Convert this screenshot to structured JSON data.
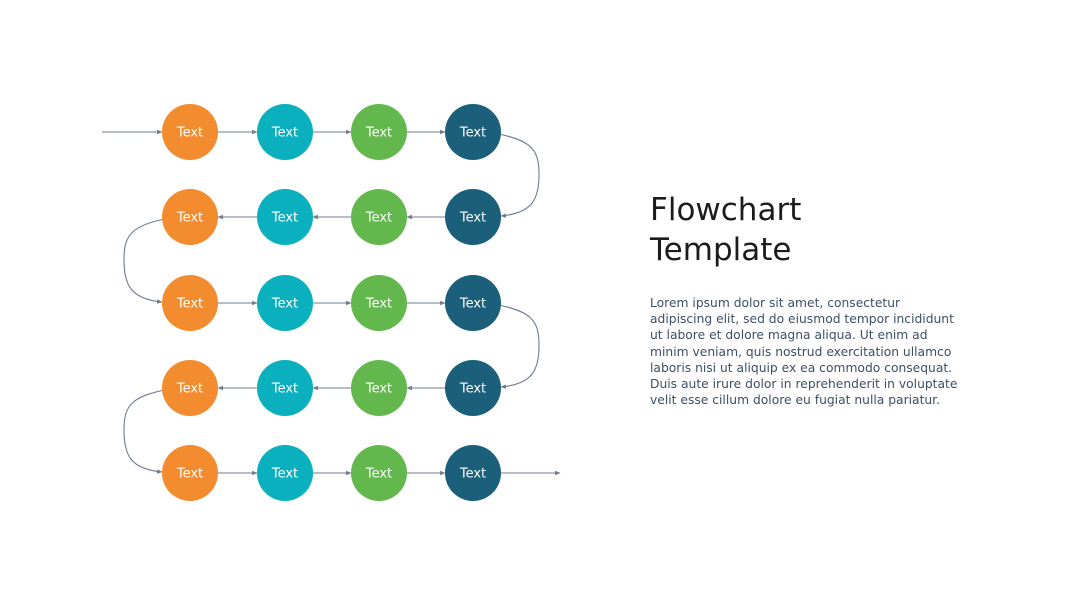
{
  "slide": {
    "title_line1": "Flowchart",
    "title_line2": "Template",
    "body": "Lorem ipsum dolor sit amet, consectetur adipiscing elit, sed do eiusmod tempor incididunt ut labore et dolore magna aliqua. Ut enim ad minim veniam, quis nostrud exercitation ullamco laboris nisi ut aliquip ex ea commodo consequat. Duis aute irure dolor in reprehenderit in voluptate velit esse cillum dolore eu fugiat nulla pariatur."
  },
  "flowchart": {
    "node_label": "Text",
    "rows": 5,
    "columns": 4,
    "path": "serpentine",
    "column_colors": [
      "#F28C2E",
      "#0BB0BF",
      "#62B84C",
      "#1C5F7A"
    ],
    "connector_color": "#6E7C8E",
    "label_color": "#FFFFFF"
  }
}
